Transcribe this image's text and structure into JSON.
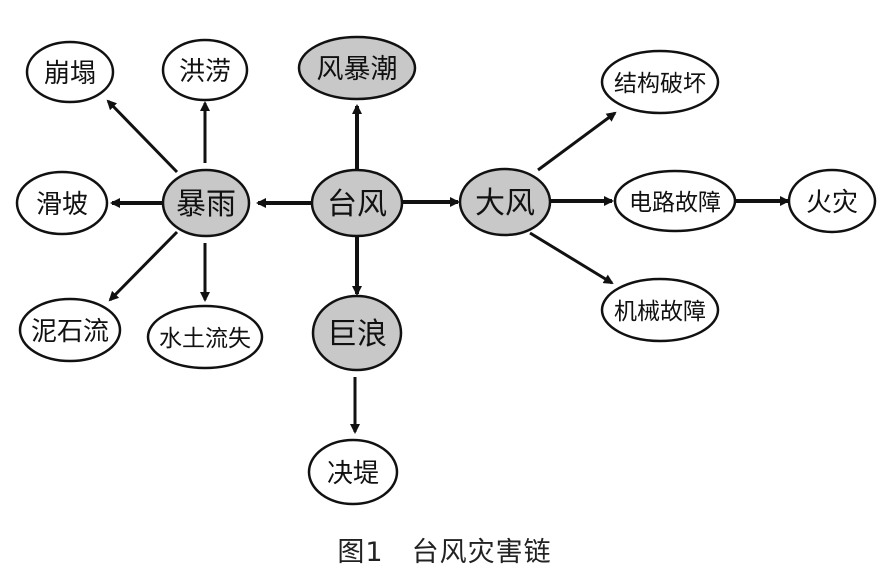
{
  "nodes": {
    "typhoon": "台风",
    "rainstorm": "暴雨",
    "strong_wind": "大风",
    "storm_surge": "风暴潮",
    "huge_wave": "巨浪",
    "landslide": "滑坡",
    "collapse": "崩塌",
    "flood": "洪涝",
    "debris_flow": "泥石流",
    "soil_erosion": "水土流失",
    "dike_break": "决堤",
    "structural_damage": "结构破坏",
    "circuit_fault": "电路故障",
    "mechanical_fault": "机械故障",
    "fire": "火灾"
  },
  "colors": {
    "primary_fill": "#c8c8c8",
    "secondary_fill": "#ffffff",
    "stroke": "#111111"
  },
  "caption": {
    "figure_label": "图1",
    "title": "台风灾害链"
  }
}
